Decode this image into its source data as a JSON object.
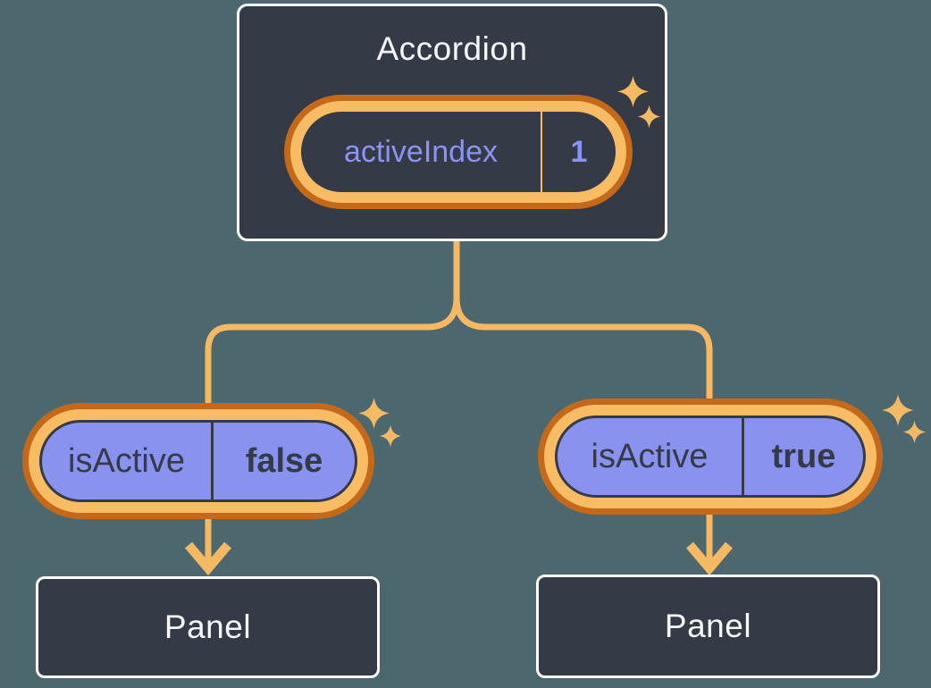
{
  "diagram": {
    "description": "React state diagram: Accordion component holding activeIndex state, passing isActive props to two Panel children",
    "colors": {
      "background": "#4c686e",
      "box_fill": "#343a46",
      "box_border": "#ffffff",
      "highlight_ring_dark": "#c4691a",
      "highlight_ring_light": "#f8bc64",
      "connector_line": "#f5b963",
      "prop_pill_fill": "#8a92f0",
      "state_text_purple": "#8b93f3",
      "light_text": "#f6f7f9",
      "dark_text": "#343a46"
    }
  },
  "accordion": {
    "title": "Accordion",
    "state_pill": {
      "name": "activeIndex",
      "value": "1"
    }
  },
  "children": [
    {
      "prop_pill": {
        "name": "isActive",
        "value": "false"
      },
      "panel_label": "Panel"
    },
    {
      "prop_pill": {
        "name": "isActive",
        "value": "true"
      },
      "panel_label": "Panel"
    }
  ],
  "icons": {
    "sparkle": "four-point-sparkle",
    "arrow": "down-arrowhead"
  }
}
